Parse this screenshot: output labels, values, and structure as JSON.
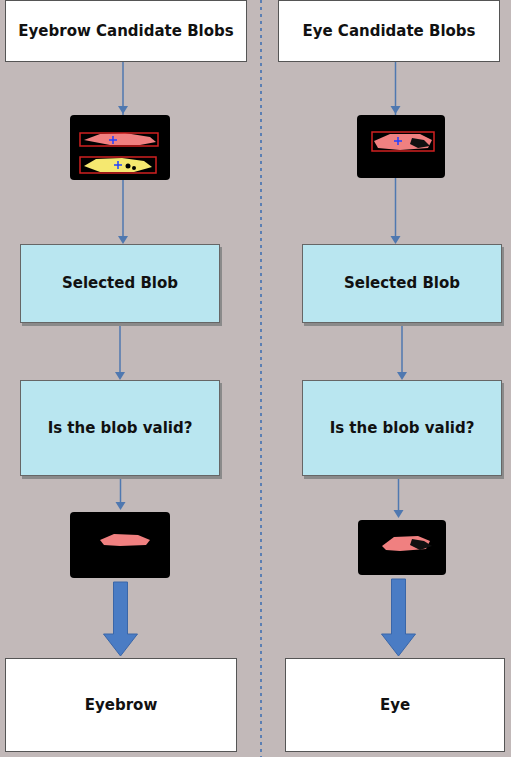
{
  "diagram": {
    "nodes": [
      {
        "text": [
          "Eyebrow Candidate Blobs"
        ]
      },
      {
        "text": [
          "Selected Blob"
        ]
      },
      {
        "text": [
          "Is the blob valid?"
        ]
      },
      {
        "text": [
          "Eyebrow"
        ]
      },
      {
        "text": [
          "Eye Candidate Blobs"
        ]
      },
      {
        "text": [
          "Selected Blob"
        ]
      },
      {
        "text": [
          "Is the blob valid?"
        ]
      },
      {
        "text": [
          "Eye"
        ]
      }
    ],
    "edges": [
      {
        "from": 0,
        "to": 1,
        "arrow": "to"
      },
      {
        "from": 1,
        "to": 2,
        "arrow": "to"
      },
      {
        "from": 2,
        "to": 3,
        "arrow": "to"
      },
      {
        "from": 4,
        "to": 5,
        "arrow": "to"
      },
      {
        "from": 5,
        "to": 6,
        "arrow": "to"
      },
      {
        "from": 6,
        "to": 7,
        "arrow": "to"
      }
    ]
  }
}
